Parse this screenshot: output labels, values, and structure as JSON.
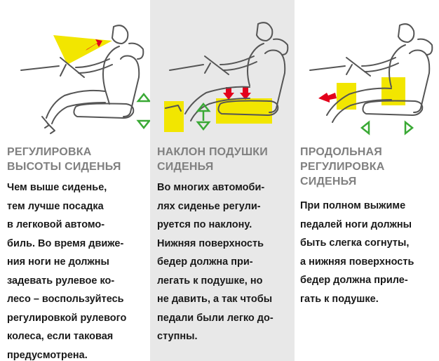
{
  "columns": [
    {
      "heading": "РЕГУЛИРОВКА\nВЫСОТЫ СИДЕНЬЯ",
      "body": "Чем выше сиденье,\nтем лучше посадка\nв легковой автомо-\nбиль. Во время движе-\nния ноги не должны\nзадевать рулевое ко-\nлесо – воспользуйтесь\nрегулировкой рулевого\nколеса, если таковая\nпредусмотрена.",
      "illustration": "seat-height-adjustment"
    },
    {
      "heading": "НАКЛОН ПОДУШКИ\nСИДЕНЬЯ",
      "body": "Во многих автомоби-\nлях сиденье регули-\nруется по наклону.\nНижняя поверхность\nбедер должна при-\nлегать к подушке, но\nне давить, а так чтобы\nпедали были легко до-\nступны.",
      "illustration": "seat-cushion-tilt"
    },
    {
      "heading": "ПРОДОЛЬНАЯ\nРЕГУЛИРОВКА\nСИДЕНЬЯ",
      "body": "При полном выжиме\nпедалей ноги должны\nбыть слегка согнуты,\nа нижняя поверхность\nбедер должна приле-\nгать к подушке.",
      "illustration": "seat-longitudinal-adjustment"
    }
  ],
  "colors": {
    "highlight_yellow": "#f2e600",
    "arrow_red": "#e3001b",
    "arrow_green": "#3aa935",
    "line_gray": "#555555",
    "panel_gray": "#e8e8e8",
    "heading_gray": "#808080"
  }
}
